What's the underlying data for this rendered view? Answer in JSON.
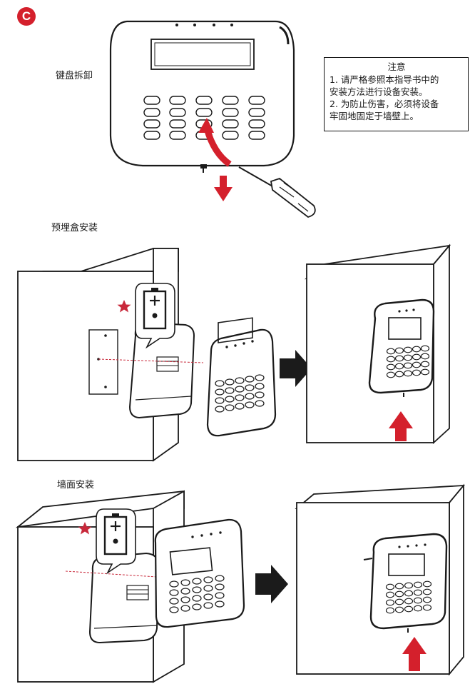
{
  "badge": "C",
  "sections": {
    "keypad_removal": "键盘拆卸",
    "box_install": "预埋盒安装",
    "wall_install": "墙面安装"
  },
  "note": {
    "title": "注意",
    "lines": [
      "1. 请严格参照本指导书中的",
      "安装方法进行设备安装。",
      "2. 为防止伤害，必须将设备",
      "牢固地固定于墙壁上。"
    ]
  },
  "colors": {
    "accent_red": "#d4202c",
    "star_red": "#c8283a",
    "line_dark": "#1a1a1a",
    "arrow_dark": "#1b1b1b"
  },
  "icons": [
    "star-icon",
    "battery-icon",
    "screwdriver-icon",
    "arrow-right-icon",
    "arrow-up-icon",
    "arrow-down-icon"
  ]
}
